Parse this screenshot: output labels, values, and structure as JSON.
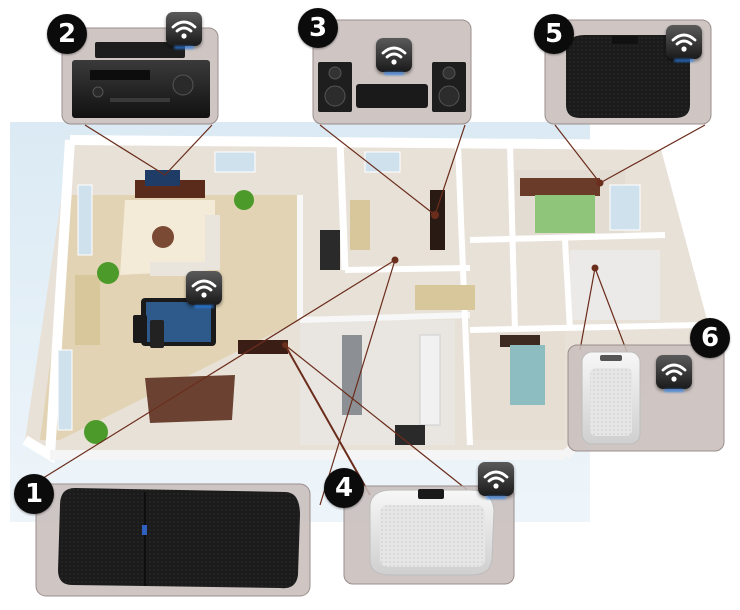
{
  "badges": [
    "1",
    "2",
    "3",
    "4",
    "5",
    "6"
  ],
  "colors": {
    "badge": "#0b0b0b",
    "wifi_glow": "#2f8cff",
    "callout_bg": "#c8bebc",
    "connector": "#6b2d1c",
    "floor_wood": "#e2d3b4",
    "wall": "#ffffff"
  },
  "icons": [
    "wifi-icon"
  ],
  "devices": [
    {
      "id": "1",
      "kind": "soundbar"
    },
    {
      "id": "2",
      "kind": "av-receiver"
    },
    {
      "id": "3",
      "kind": "stereo-speakers"
    },
    {
      "id": "4",
      "kind": "wireless-speaker-white"
    },
    {
      "id": "5",
      "kind": "wireless-speaker-black"
    },
    {
      "id": "6",
      "kind": "portable-speaker"
    }
  ]
}
